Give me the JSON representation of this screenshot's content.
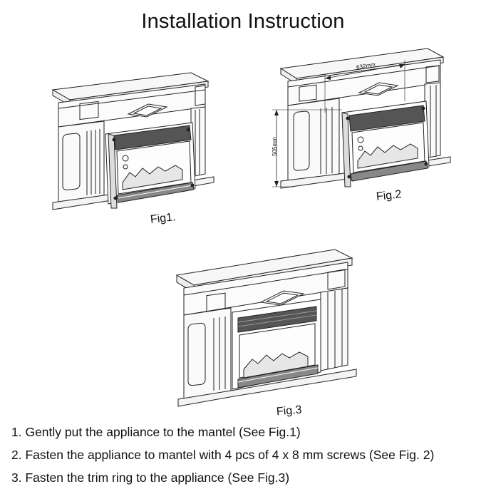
{
  "title": "Installation Instruction",
  "figures": {
    "fig1": {
      "label": "Fig1."
    },
    "fig2": {
      "label": "Fig.2",
      "width_dim": "632mm",
      "height_dim": "505mm"
    },
    "fig3": {
      "label": "Fig.3"
    }
  },
  "steps": [
    "1. Gently put the appliance to the mantel (See Fig.1)",
    "2. Fasten the appliance to mantel with 4 pcs of 4 x 8 mm screws (See Fig. 2)",
    "3. Fasten the trim ring to the appliance (See Fig.3)"
  ]
}
